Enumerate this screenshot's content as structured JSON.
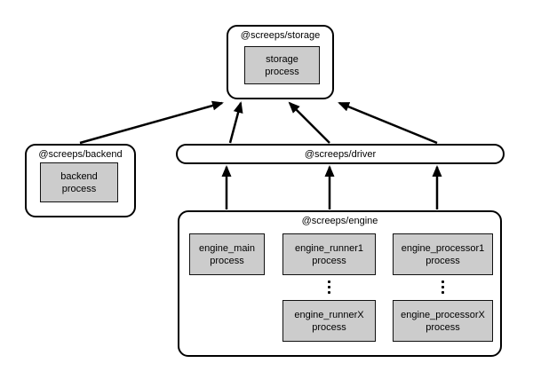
{
  "colors": {
    "background": "#ffffff",
    "stroke": "#000000",
    "process_fill": "#cccccc"
  },
  "clusters": {
    "storage": {
      "label": "@screeps/storage",
      "processes": [
        {
          "label": "storage\nprocess"
        }
      ]
    },
    "backend": {
      "label": "@screeps/backend",
      "processes": [
        {
          "label": "backend\nprocess"
        }
      ]
    },
    "driver": {
      "label": "@screeps/driver"
    },
    "engine": {
      "label": "@screeps/engine",
      "processes": [
        {
          "label": "engine_main\nprocess"
        },
        {
          "label": "engine_runner1\nprocess"
        },
        {
          "label": "engine_processor1\nprocess"
        },
        {
          "label": "engine_runnerX\nprocess"
        },
        {
          "label": "engine_processorX\nprocess"
        }
      ],
      "ellipsis_icon": "⋮"
    }
  },
  "edges": [
    {
      "from": "@screeps/backend",
      "to": "@screeps/storage"
    },
    {
      "from": "@screeps/driver",
      "to": "@screeps/storage"
    },
    {
      "from": "@screeps/driver",
      "to": "@screeps/storage"
    },
    {
      "from": "@screeps/driver",
      "to": "@screeps/storage"
    },
    {
      "from": "@screeps/engine",
      "to": "@screeps/driver"
    },
    {
      "from": "@screeps/engine",
      "to": "@screeps/driver"
    },
    {
      "from": "@screeps/engine",
      "to": "@screeps/driver"
    }
  ]
}
